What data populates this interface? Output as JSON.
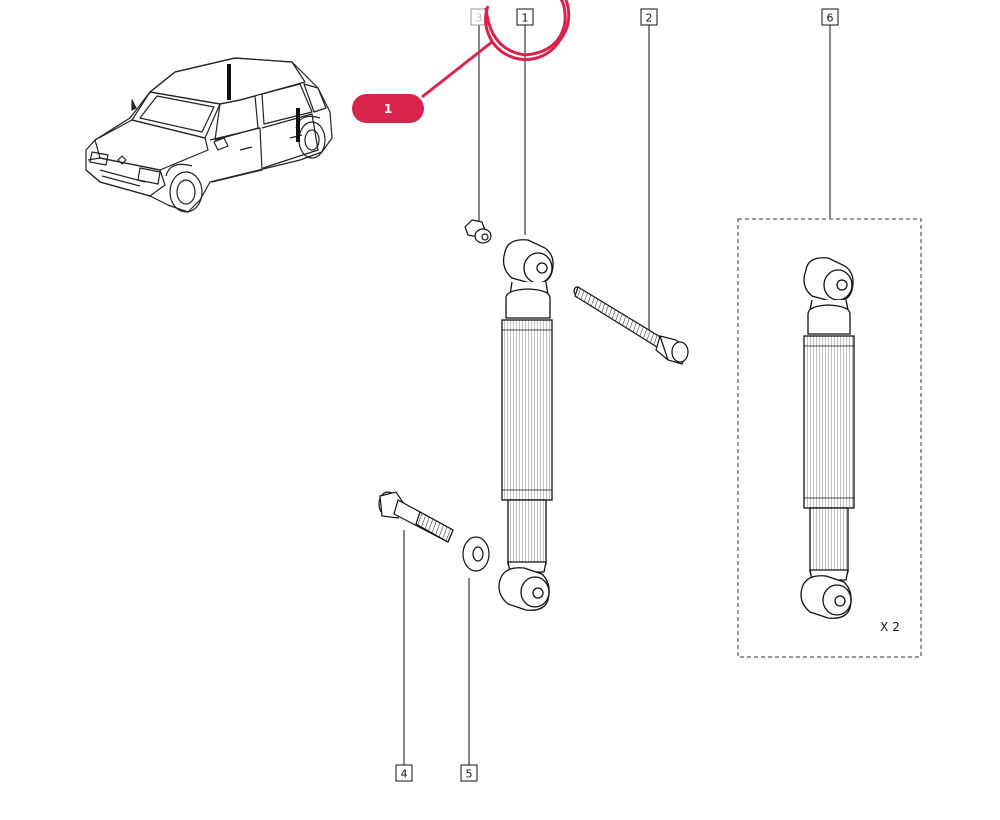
{
  "callouts": {
    "c1": "1",
    "c2": "2",
    "c3": "3",
    "c4": "4",
    "c5": "5",
    "c6": "6"
  },
  "highlight_badge": "1",
  "quantity_note": "X 2",
  "colors": {
    "highlight": "#d8234d",
    "ink": "#1a1a1a",
    "background": "#ffffff"
  },
  "icons": {
    "vehicle": "car-illustration-icon",
    "part_shock": "shock-absorber-icon",
    "part_bolt": "bolt-icon",
    "part_washer": "washer-icon",
    "part_nut": "nut-icon"
  }
}
